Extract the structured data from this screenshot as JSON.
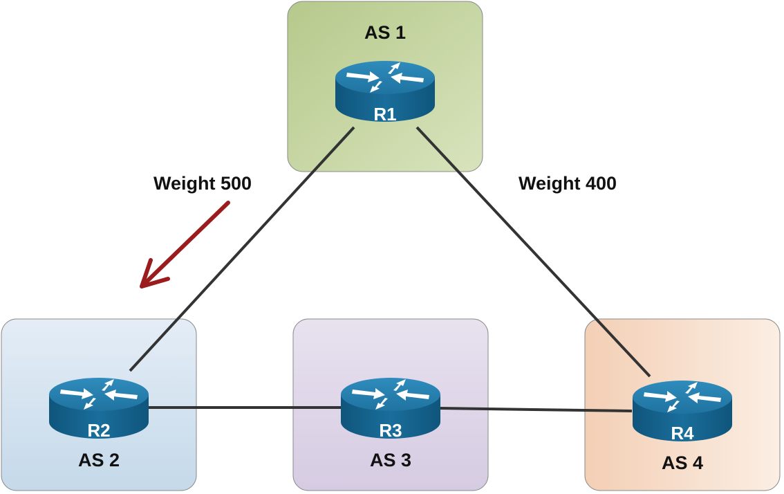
{
  "diagram": {
    "autonomous_systems": [
      {
        "id": "as1",
        "label": "AS 1",
        "router": "R1",
        "color": "#c2d39c"
      },
      {
        "id": "as2",
        "label": "AS 2",
        "router": "R2",
        "color": "#c9dbea"
      },
      {
        "id": "as3",
        "label": "AS 3",
        "router": "R3",
        "color": "#ddd3e6"
      },
      {
        "id": "as4",
        "label": "AS 4",
        "router": "R4",
        "color": "#f4d3bd"
      }
    ],
    "links": [
      {
        "from": "R1",
        "to": "R2",
        "label": "Weight 500"
      },
      {
        "from": "R1",
        "to": "R4",
        "label": "Weight 400"
      },
      {
        "from": "R2",
        "to": "R3",
        "label": ""
      },
      {
        "from": "R3",
        "to": "R4",
        "label": ""
      }
    ],
    "preferred_path_arrow_color": "#9b1c1c",
    "router_color": "#1d6f9a"
  }
}
